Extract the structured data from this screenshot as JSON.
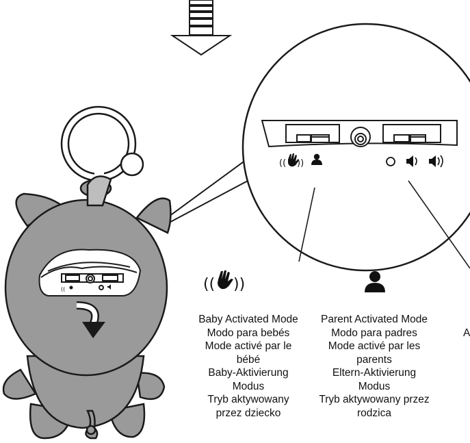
{
  "labels": {
    "baby_mode": [
      "Baby Activated Mode",
      "Modo para bebés",
      "Mode activé par le",
      "bébé",
      "Baby-Aktivierung",
      "Modus",
      "Tryb aktywowany",
      "przez dziecko"
    ],
    "parent_mode": [
      "Parent Activated Mode",
      "Modo para padres",
      "Mode activé par les",
      "parents",
      "Eltern-Aktivierung",
      "Modus",
      "Tryb aktywowany przez",
      "rodzica"
    ],
    "partial_right": "A"
  },
  "icons": {
    "baby_mode": "hand-sound-icon",
    "parent_mode": "person-icon",
    "switch_off": "circle-off-icon",
    "volume_low": "speaker-low-icon",
    "volume_high": "speaker-high-icon",
    "step_arrow": "down-arrow-icon"
  },
  "colors": {
    "toy_gray": "#9a9a9a",
    "line": "#1a1a1a",
    "panel": "#ffffff",
    "icon": "#111111"
  }
}
